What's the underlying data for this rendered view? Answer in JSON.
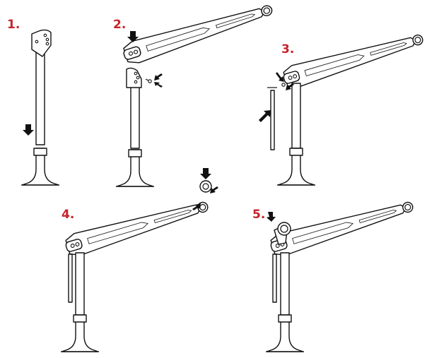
{
  "steps": [
    {
      "label": "1."
    },
    {
      "label": "2."
    },
    {
      "label": "3."
    },
    {
      "label": "4."
    },
    {
      "label": "5."
    }
  ],
  "colors": {
    "label": "#c8232a",
    "line": "#111111",
    "background": "#ffffff"
  },
  "icons": {
    "arrow": "filled-arrow",
    "pulley": "sheave-wheel",
    "pin": "hitch-pin"
  }
}
